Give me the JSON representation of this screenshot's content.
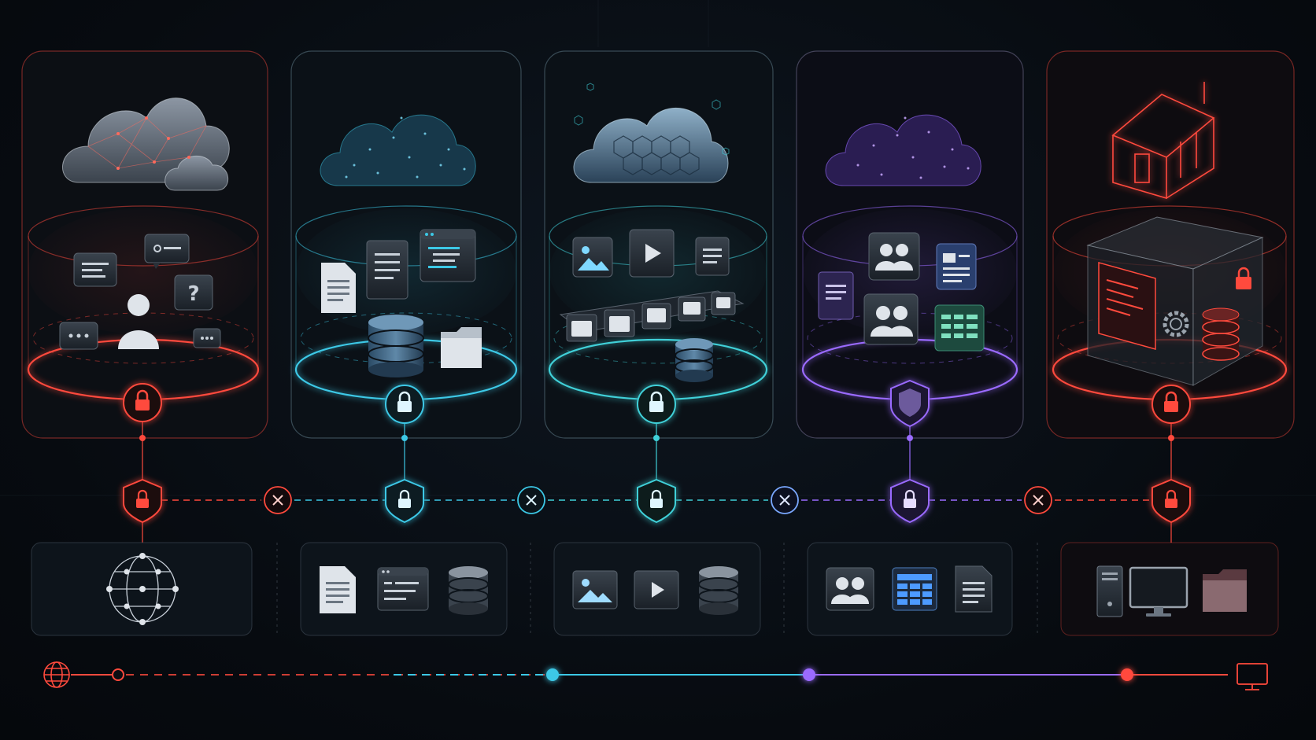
{
  "colors": {
    "background": "#070b10",
    "red": "#ff4a3d",
    "cyan": "#3cc8e6",
    "teal": "#3fd0d8",
    "purple": "#9a6bff",
    "panel": "#0d141b",
    "icon": "#c9d1da"
  },
  "columns": [
    {
      "id": "public-cloud",
      "accent": "#ff4a3d",
      "top_visual": "wireframe-cloud-icon",
      "pod_icons": [
        "chat-icon",
        "chat-icon",
        "question-chat-icon",
        "user-icon",
        "chat-icon",
        "chat-icon"
      ],
      "gate_icon": "lock-icon",
      "shield_icon": "shield-lock-icon",
      "bottom_icons": [
        "network-globe-icon"
      ]
    },
    {
      "id": "data-cloud",
      "accent": "#3cc8e6",
      "top_visual": "particle-cloud-icon",
      "pod_icons": [
        "document-icon",
        "document-icon",
        "code-window-icon",
        "database-icon",
        "folder-icon"
      ],
      "gate_icon": "lock-icon",
      "shield_icon": "shield-lock-icon",
      "bottom_icons": [
        "document-icon",
        "code-window-icon",
        "database-icon"
      ]
    },
    {
      "id": "media-cloud",
      "accent": "#3fd0d8",
      "top_visual": "hexagon-cloud-icon",
      "pod_icons": [
        "image-icon",
        "play-icon",
        "document-icon",
        "file-tray-icon",
        "database-icon"
      ],
      "gate_icon": "lock-icon",
      "shield_icon": "shield-lock-icon",
      "bottom_icons": [
        "image-icon",
        "play-icon",
        "database-icon"
      ]
    },
    {
      "id": "team-cloud",
      "accent": "#9a6bff",
      "top_visual": "purple-particle-cloud-icon",
      "pod_icons": [
        "document-icon",
        "users-icon",
        "form-icon",
        "users-icon",
        "spreadsheet-icon"
      ],
      "gate_icon": "shield-icon",
      "shield_icon": "shield-lock-icon",
      "bottom_icons": [
        "users-icon",
        "spreadsheet-icon",
        "document-icon"
      ]
    },
    {
      "id": "on-premise",
      "accent": "#ff4a3d",
      "top_visual": "house-icon",
      "pod_icons": [
        "server-cube-icon",
        "lock-icon",
        "gear-icon",
        "database-icon"
      ],
      "gate_icon": "lock-icon",
      "shield_icon": "shield-lock-icon",
      "bottom_icons": [
        "desktop-tower-icon",
        "monitor-icon",
        "folder-icon"
      ]
    }
  ],
  "connectors": [
    "close-x-icon",
    "close-x-icon",
    "close-x-icon",
    "close-x-icon"
  ],
  "timeline": {
    "start_icon": "globe-icon",
    "end_icon": "monitor-icon",
    "nodes": [
      "#ff4a3d",
      "#3cc8e6",
      "#9a6bff",
      "#ff4a3d"
    ]
  }
}
